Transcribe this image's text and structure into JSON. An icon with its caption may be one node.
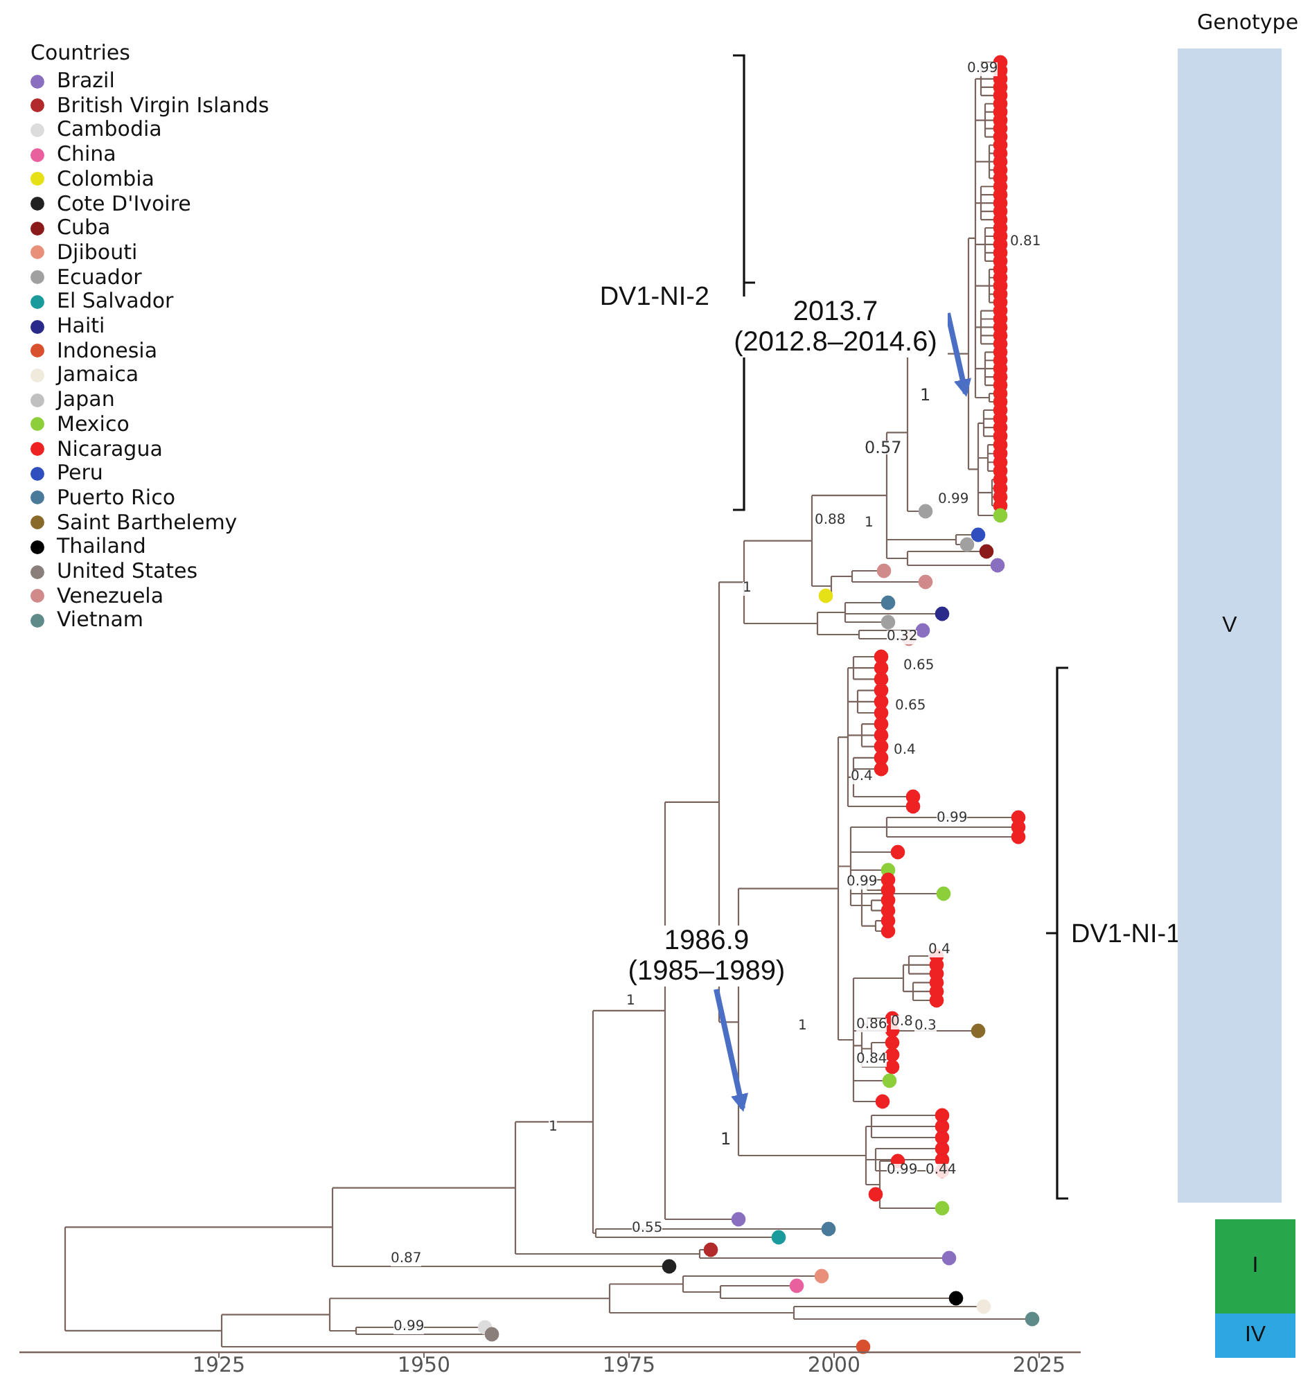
{
  "diagram": {
    "nodes": [
      {
        "text": [
          "DV1-NI-2"
        ]
      },
      {
        "text": [
          "DV1-NI-1"
        ]
      },
      {
        "text": [
          "2013.7 (2012.8–2014.6)"
        ]
      },
      {
        "text": [
          "1986.9 (1985–1989)"
        ]
      },
      {
        "text": [
          "V"
        ]
      },
      {
        "text": [
          "I"
        ]
      },
      {
        "text": [
          "IV"
        ]
      }
    ],
    "edges": [
      {
        "from": 2,
        "to": null,
        "arrow": "to"
      },
      {
        "from": 3,
        "to": null,
        "arrow": "to"
      }
    ],
    "labels": [
      "Countries",
      "Genotype",
      "1925",
      "1950",
      "1975",
      "2000",
      "2025",
      "0.99",
      "0.81",
      "0.57",
      "1",
      "0.99",
      "0.88",
      "1",
      "1",
      "0.32",
      "0.65",
      "0.65",
      "0.4",
      "0.4",
      "0.99",
      "0.99",
      "0.4",
      "0.86",
      "0.8",
      "0.3",
      "0.84",
      "0.99",
      "0.44",
      "1",
      "1",
      "1",
      "1",
      "0.55",
      "0.87",
      "0.99"
    ],
    "legend": [
      {
        "text": "Brazil",
        "color": "#8a6fc0"
      },
      {
        "text": "British Virgin Islands",
        "color": "#b22a2a"
      },
      {
        "text": "Cambodia",
        "color": "#dcdcdc"
      },
      {
        "text": "China",
        "color": "#e8609e"
      },
      {
        "text": "Colombia",
        "color": "#e6e017"
      },
      {
        "text": "Cote D'Ivoire",
        "color": "#222222"
      },
      {
        "text": "Cuba",
        "color": "#8b1a1a"
      },
      {
        "text": "Djibouti",
        "color": "#e8907a"
      },
      {
        "text": "Ecuador",
        "color": "#a0a0a0"
      },
      {
        "text": "El Salvador",
        "color": "#1a9a9a"
      },
      {
        "text": "Haiti",
        "color": "#2a2a8a"
      },
      {
        "text": "Indonesia",
        "color": "#d9502f"
      },
      {
        "text": "Jamaica",
        "color": "#efeadc"
      },
      {
        "text": "Japan",
        "color": "#c0c0c0"
      },
      {
        "text": "Mexico",
        "color": "#8ccf3a"
      },
      {
        "text": "Nicaragua",
        "color": "#ee2222"
      },
      {
        "text": "Peru",
        "color": "#2f4fbf"
      },
      {
        "text": "Puerto Rico",
        "color": "#4a7a9a"
      },
      {
        "text": "Saint Barthelemy",
        "color": "#8a6a2a"
      },
      {
        "text": "Thailand",
        "color": "#000000"
      },
      {
        "text": "United States",
        "color": "#8a7f7a"
      },
      {
        "text": "Venezuela",
        "color": "#d08a8a"
      },
      {
        "text": "Vietnam",
        "color": "#5f8a8a"
      }
    ]
  }
}
